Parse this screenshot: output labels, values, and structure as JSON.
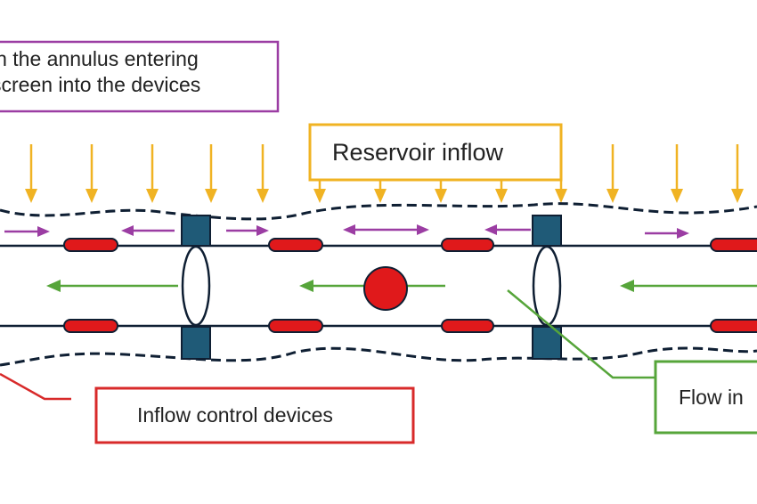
{
  "labels": {
    "annulus_flow": [
      "in the annulus entering",
      "screen into the devices"
    ],
    "reservoir_inflow": "Reservoir inflow",
    "inflow_control_devices": "Inflow control devices",
    "flow_in": "Flow in"
  },
  "colors": {
    "reservoir_arrow": "#f0b323",
    "reservoir_box": "#f0b323",
    "annulus_arrow": "#9b3da3",
    "annulus_box": "#9b3da3",
    "pipe_flow_arrow": "#56a53a",
    "flow_box": "#56a53a",
    "icd_box": "#d82a2a",
    "device": "#e0191b",
    "packer": "#1f5a77",
    "line": "#0f1f33"
  }
}
